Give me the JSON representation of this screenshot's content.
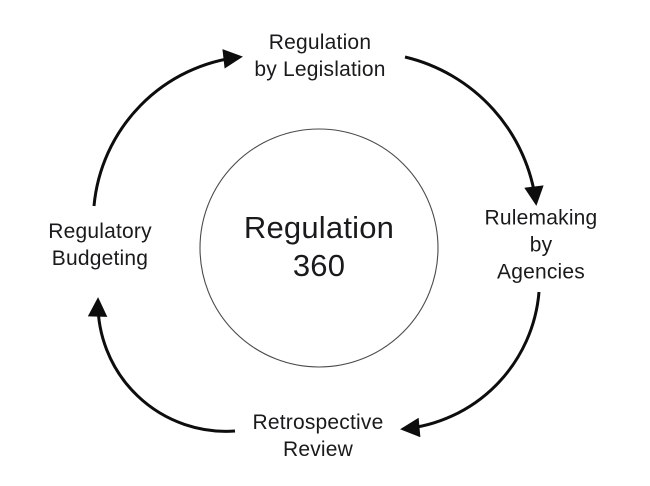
{
  "diagram": {
    "center": {
      "label": "Regulation\n360"
    },
    "nodes": [
      {
        "id": "regulation-by-legislation",
        "label": "Regulation\nby Legislation",
        "position": "top"
      },
      {
        "id": "rulemaking-by-agencies",
        "label": "Rulemaking\nby Agencies",
        "position": "right"
      },
      {
        "id": "retrospective-review",
        "label": "Retrospective\nReview",
        "position": "bottom"
      },
      {
        "id": "regulatory-budgeting",
        "label": "Regulatory\nBudgeting",
        "position": "left"
      }
    ],
    "edges": [
      {
        "from": "regulatory-budgeting",
        "to": "regulation-by-legislation"
      },
      {
        "from": "regulation-by-legislation",
        "to": "rulemaking-by-agencies"
      },
      {
        "from": "rulemaking-by-agencies",
        "to": "retrospective-review"
      },
      {
        "from": "retrospective-review",
        "to": "regulatory-budgeting"
      }
    ],
    "colors": {
      "text": "#1a1a1c",
      "arrow": "#0d0d0d",
      "circle_stroke": "#4a4a4a",
      "background": "#ffffff"
    }
  }
}
